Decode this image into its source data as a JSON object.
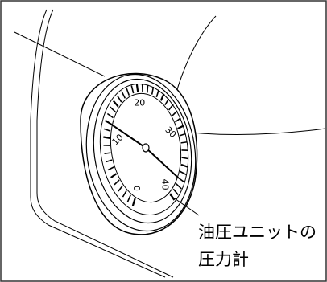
{
  "figure": {
    "caption_lines": [
      "油圧ユニットの",
      "圧力計"
    ]
  },
  "gauge": {
    "tick_labels": [
      {
        "value": 0,
        "text": "0"
      },
      {
        "value": 10,
        "text": "10"
      },
      {
        "value": 20,
        "text": "20"
      },
      {
        "value": 30,
        "text": "30"
      },
      {
        "value": 40,
        "text": "40"
      }
    ],
    "scale_min": 0,
    "scale_max": 40,
    "needle_value_tip": 12,
    "needle_value_tail": 37
  },
  "colors": {
    "line": "#000000",
    "border": "#333333",
    "background": "#ffffff"
  }
}
